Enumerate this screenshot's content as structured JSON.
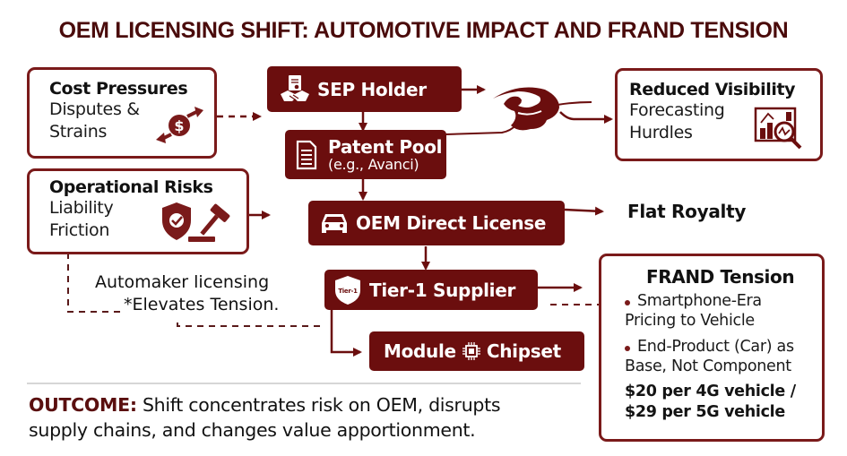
{
  "title": "OEM LICENSING SHIFT: AUTOMOTIVE IMPACT AND FRAND TENSION",
  "colors": {
    "primary": "#6b0e0e",
    "border": "#7a1a1a",
    "title": "#4a0b0b",
    "outcome_label": "#5a0f0f"
  },
  "left_boxes": [
    {
      "heading": "Cost Pressures",
      "lines": [
        "Disputes &",
        "Strains"
      ],
      "icon": "dollar-exchange-icon"
    },
    {
      "heading": "Operational Risks",
      "lines": [
        "Liability",
        "Friction"
      ],
      "icon": "shield-gavel-icon"
    }
  ],
  "flow": {
    "sep_holder": {
      "label": "SEP Holder",
      "icon": "handshake-document-icon"
    },
    "patent_pool": {
      "label": "Patent Pool",
      "sub": "(e.g., Avanci)",
      "icon": "document-icon"
    },
    "oem_license": {
      "label": "OEM Direct License",
      "icon": "car-icon"
    },
    "tier1": {
      "label": "Tier-1 Supplier",
      "badge": "Tier-1",
      "icon": "shield-badge-icon"
    },
    "module": {
      "label_left": "Module",
      "label_right": "Chipset",
      "icon": "chip-icon"
    }
  },
  "flat_royalty": "Flat Royalty",
  "annotation": {
    "line1": "Automaker licensing",
    "line2": "*Elevates Tension."
  },
  "visibility": {
    "heading": "Reduced Visibility",
    "lines": [
      "Forecasting",
      "Hurdles"
    ],
    "icon": "chart-magnifier-icon"
  },
  "frand": {
    "heading": "FRAND Tension",
    "bullets": [
      [
        "Smartphone-Era",
        "Pricing to Vehicle"
      ],
      [
        "End-Product (Car) as",
        "Base, Not Component"
      ]
    ],
    "pricing": [
      "$20 per 4G vehicle /",
      "$29 per 5G vehicle"
    ]
  },
  "outcome": {
    "label": "OUTCOME:",
    "line1": " Shift concentrates risk on OEM, disrupts",
    "line2": "supply chains, and changes value apportionment."
  }
}
